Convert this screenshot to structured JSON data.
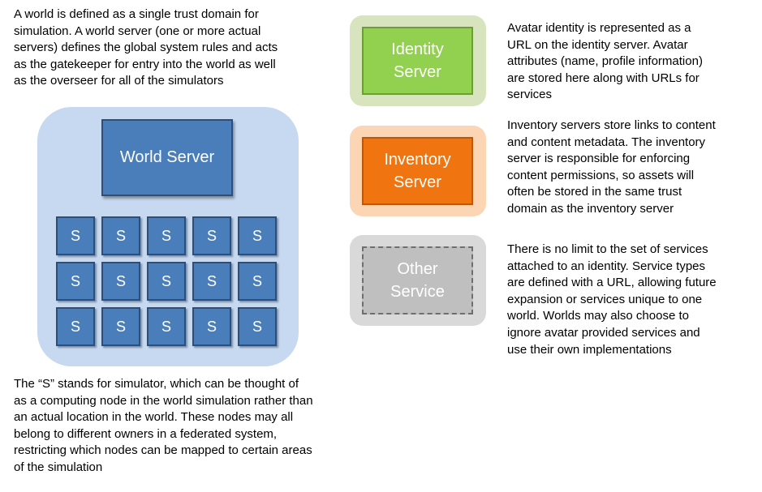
{
  "world": {
    "description": "A world is defined as a single trust domain for\nsimulation. A world server (one or more actual\nservers) defines the global system rules and acts\nas the gatekeeper for entry into the world as well\nas the overseer for all of the simulators",
    "server_label": "World Server",
    "simulator_label": "S",
    "simulators": [
      "S",
      "S",
      "S",
      "S",
      "S",
      "S",
      "S",
      "S",
      "S",
      "S",
      "S",
      "S",
      "S",
      "S",
      "S"
    ],
    "container_color": "#c6d9f1",
    "node_color": "#4a7ebb"
  },
  "simulator_description": "The “S” stands for simulator, which can be thought of\nas a computing node in the world simulation rather than\nan actual location in the world. These nodes may all\nbelong to different owners in a federated system,\nrestricting which nodes can be mapped to certain areas\nof the simulation",
  "services": {
    "identity": {
      "label": "Identity\nServer",
      "description": "Avatar identity is represented as a\nURL on the identity server. Avatar\nattributes (name, profile information)\nare stored here along with URLs for\nservices",
      "color": "#92d050",
      "frame_color": "#d7e4bd"
    },
    "inventory": {
      "label": "Inventory\nServer",
      "description": "Inventory servers store links to content\nand content metadata. The inventory\nserver is responsible for enforcing\ncontent permissions, so assets will\noften be stored in the same trust\ndomain as the inventory server",
      "color": "#f07510",
      "frame_color": "#fcd5b5"
    },
    "other": {
      "label": "Other\nService",
      "description": "There is no limit to the set of services\nattached to an identity. Service types\nare defined with a URL, allowing future\nexpansion or services unique to one\nworld. Worlds may also choose to\nignore avatar provided services and\nuse their own implementations",
      "color": "#bfbfbf",
      "frame_color": "#d9d9d9"
    }
  }
}
